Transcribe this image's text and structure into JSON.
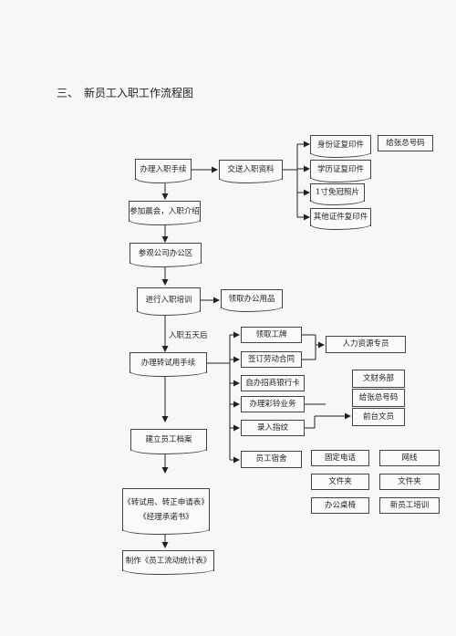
{
  "heading": {
    "number": "三、",
    "title": "新员工入职工作流程图"
  },
  "steps": {
    "s1": "办理入职手续",
    "s2": "参加晨会，入职介绍",
    "s3": "参观公司办公区",
    "s4": "进行入职培训",
    "s5": "办理转试用手续",
    "s6": "建立员工档案",
    "s7_line1": "《转试用、转正申请表》",
    "s7_line2": "《经理承诺书》",
    "s8": "制作《员工流动统计表》"
  },
  "submit_docs": {
    "label": "交送入职资料",
    "items": [
      "身份证复印件",
      "学历证复印件",
      "1寸免冠照片",
      "其他证件复印件"
    ],
    "to": "给张总号码"
  },
  "office_supplies": "领取办公用品",
  "five_days_label": "入职五天后",
  "trial_tasks": [
    "领取工牌",
    "签订劳动合同",
    "自办招商银行卡",
    "办理彩铃业务",
    "录入指纹",
    "员工宿舍"
  ],
  "hr_specialist": "人力资源专员",
  "bank_group": [
    "文财务部",
    "给张总号码",
    "前台文员"
  ],
  "dorm_items": [
    "固定电话",
    "网线",
    "文件夹",
    "文件夹",
    "办公桌椅",
    "新员工培训"
  ]
}
